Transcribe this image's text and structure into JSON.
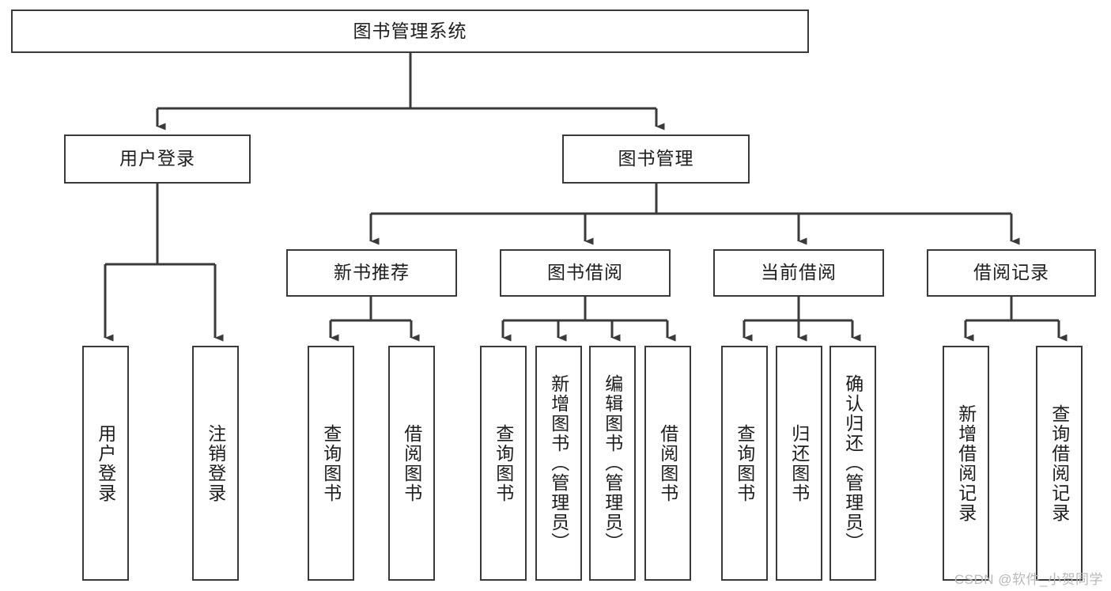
{
  "diagram": {
    "title": "图书管理系统",
    "type": "tree-hierarchy",
    "watermark": "CSDN @软件_小贺同学",
    "colors": {
      "stroke": "#3a3a3a",
      "text": "#1d1d1d",
      "background": "#ffffff",
      "watermark": "#b9b9b9"
    },
    "nodes": {
      "root": "图书管理系统",
      "level2": {
        "user_login": "用户登录",
        "book_manage": "图书管理"
      },
      "level3": {
        "new_book_rec": "新书推荐",
        "book_borrow": "图书借阅",
        "current_borrow": "当前借阅",
        "borrow_record": "借阅记录"
      },
      "leaves": {
        "user_login_1": "用户登录",
        "user_login_2": "注销登录",
        "new_book_rec_1": "查询图书",
        "new_book_rec_2": "借阅图书",
        "book_borrow_1": "查询图书",
        "book_borrow_2": "新增图书（管理员）",
        "book_borrow_3": "编辑图书（管理员）",
        "book_borrow_4": "借阅图书",
        "current_borrow_1": "查询图书",
        "current_borrow_2": "归还图书",
        "current_borrow_3": "确认归还（管理员）",
        "borrow_record_1": "新增借阅记录",
        "borrow_record_2": "查询借阅记录"
      }
    }
  }
}
